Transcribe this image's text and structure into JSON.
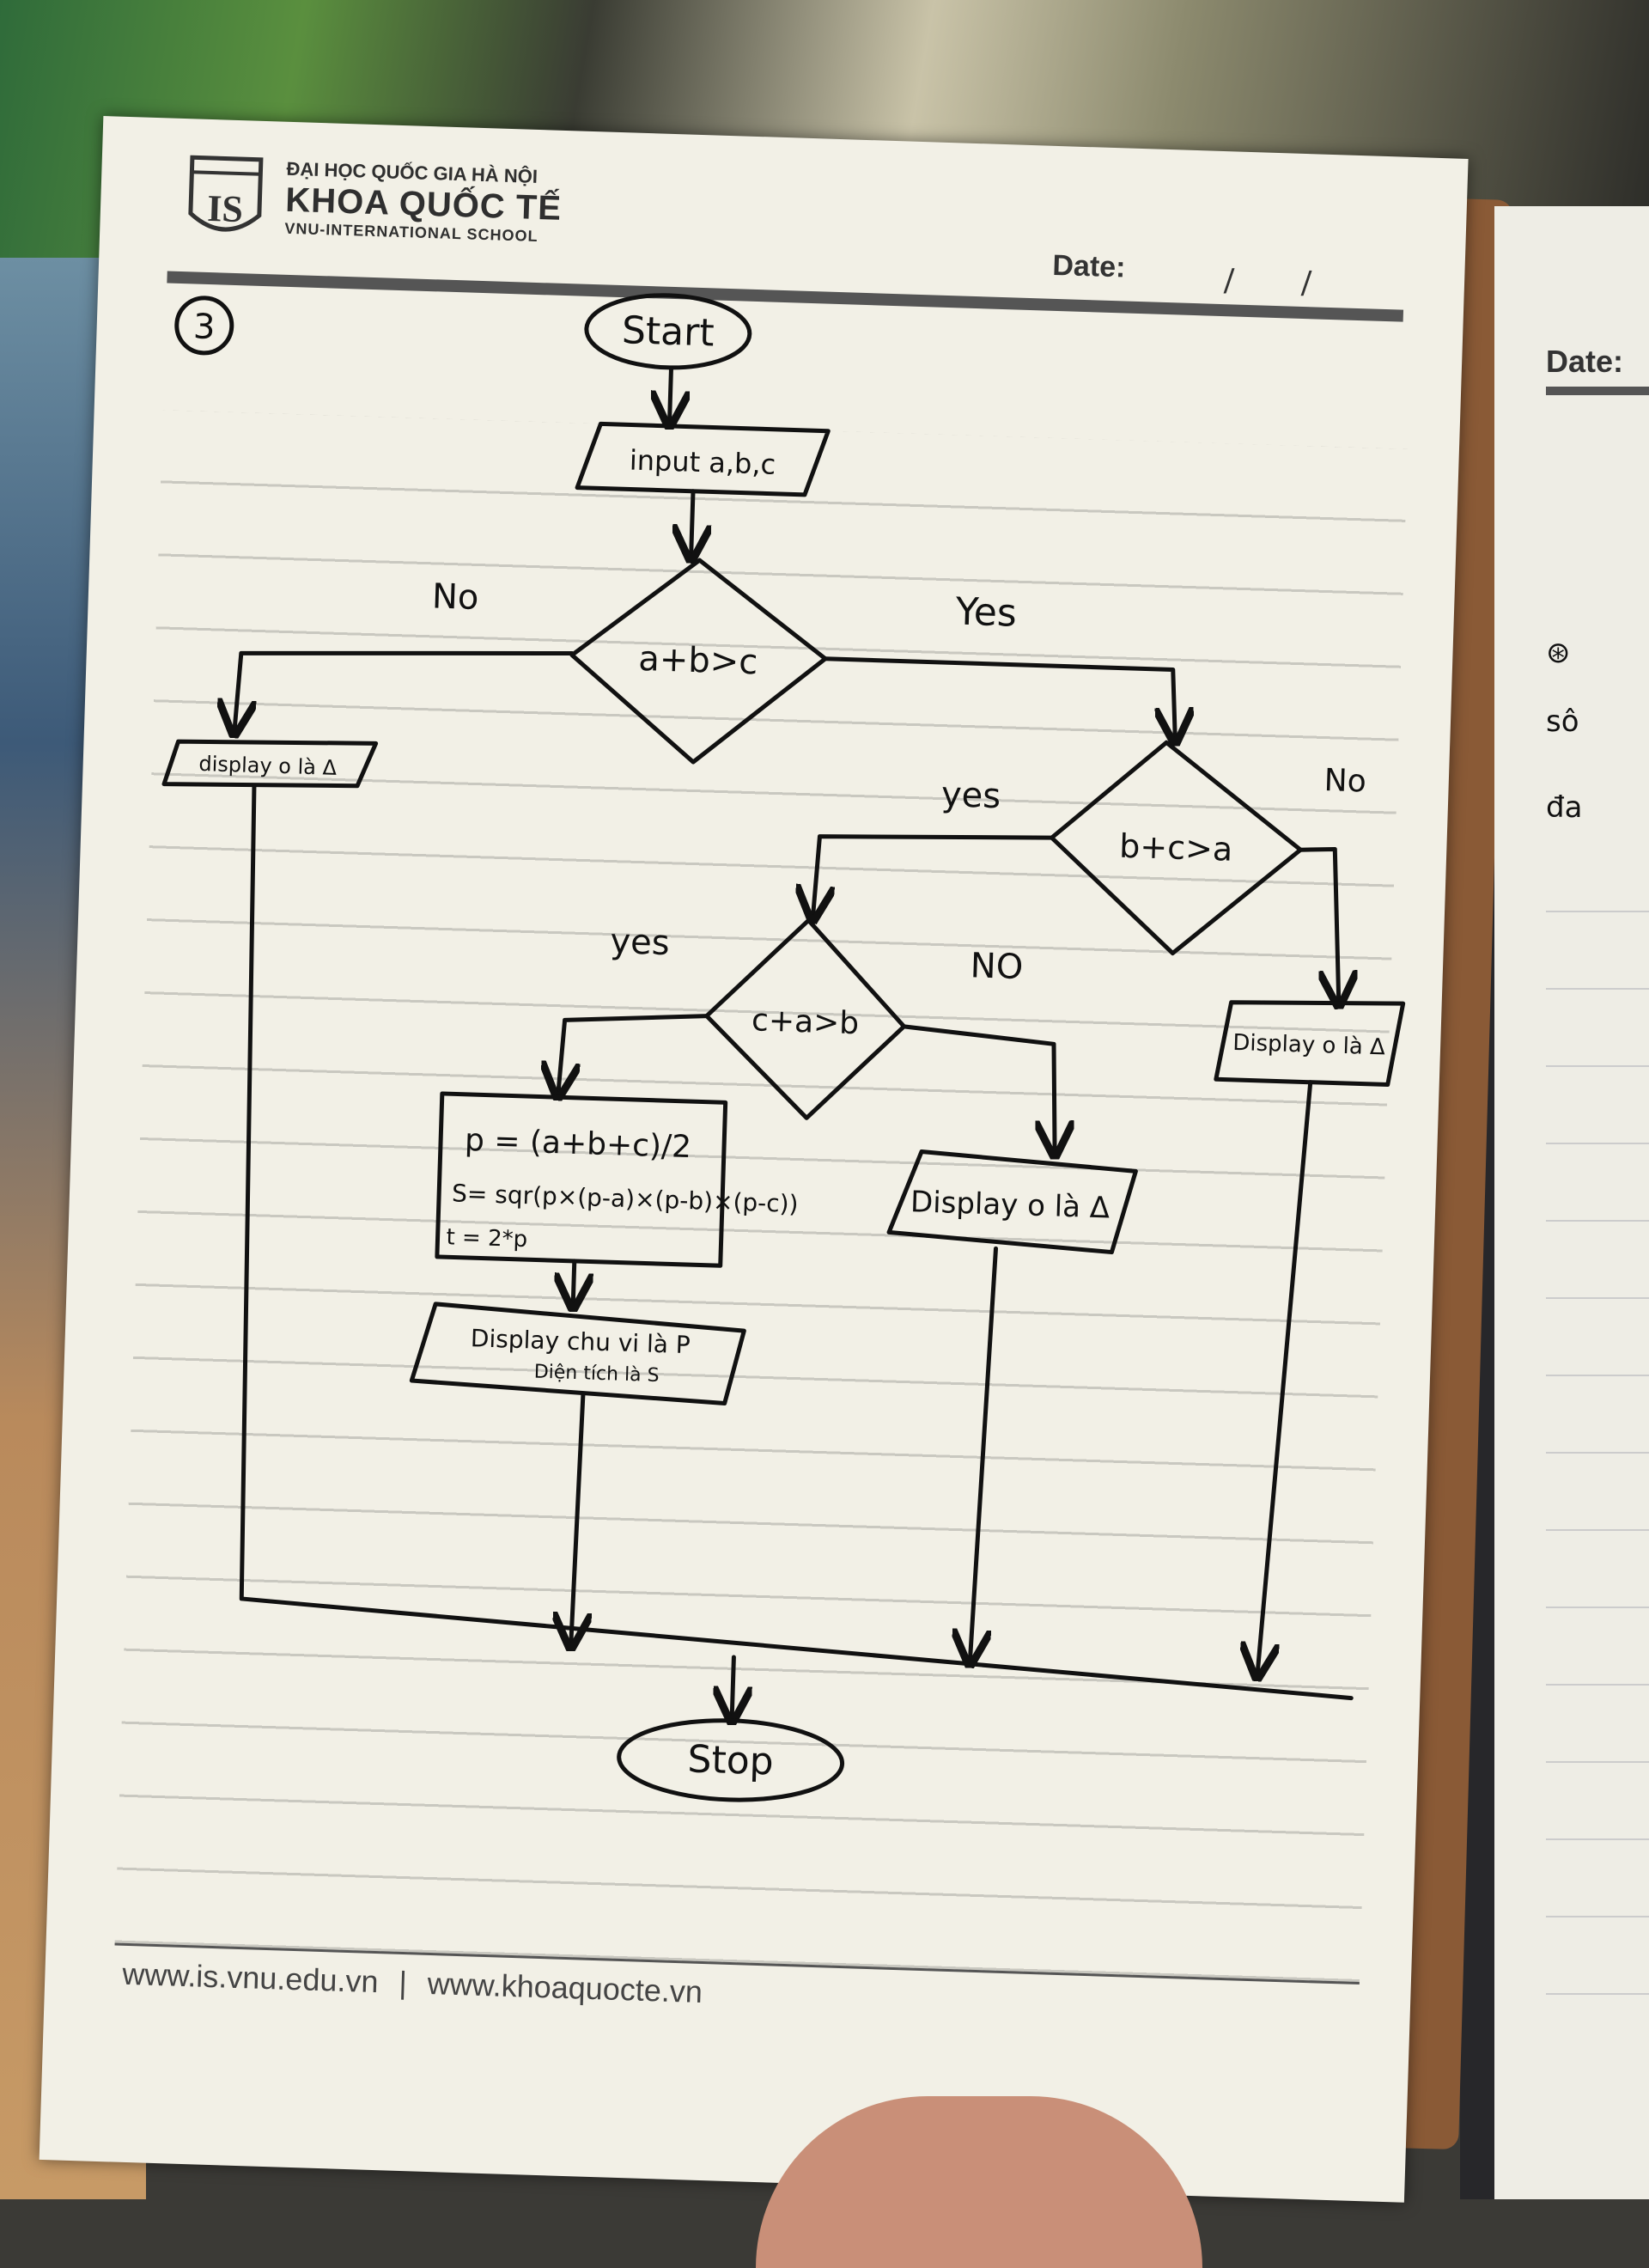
{
  "header": {
    "university": "ĐẠI HỌC QUỐC GIA HÀ NỘI",
    "school": "KHOA QUỐC TẾ",
    "school_en": "VNU-INTERNATIONAL SCHOOL",
    "logo_text": "IS",
    "date_label": "Date:",
    "date_sep": "/"
  },
  "footer": {
    "url1": "www.is.vnu.edu.vn",
    "sep": "|",
    "url2": "www.khoaquocte.vn"
  },
  "next_page": {
    "date_label": "Date:",
    "line1": "sô",
    "line2": "đa"
  },
  "diagram": {
    "problem_number": "3",
    "start": "Start",
    "input": "input a,b,c",
    "cond1": "a+b>c",
    "cond2": "b+c>a",
    "cond3": "c+a>b",
    "yes": "Yes",
    "no": "No",
    "yes3": "yes",
    "no3": "NO",
    "display_left": "display o là Δ",
    "display_right": "Display o là Δ",
    "display_mid": "Display o là Δ",
    "calc1": "p = (a+b+c)/2",
    "calc2": "S= sqr(p×(p-a)×(p-b)×(p-c))",
    "calc3": "t = 2*p",
    "display_result1": "Display chu vi là P",
    "display_result2": "Diện tích là S",
    "stop": "Stop"
  }
}
